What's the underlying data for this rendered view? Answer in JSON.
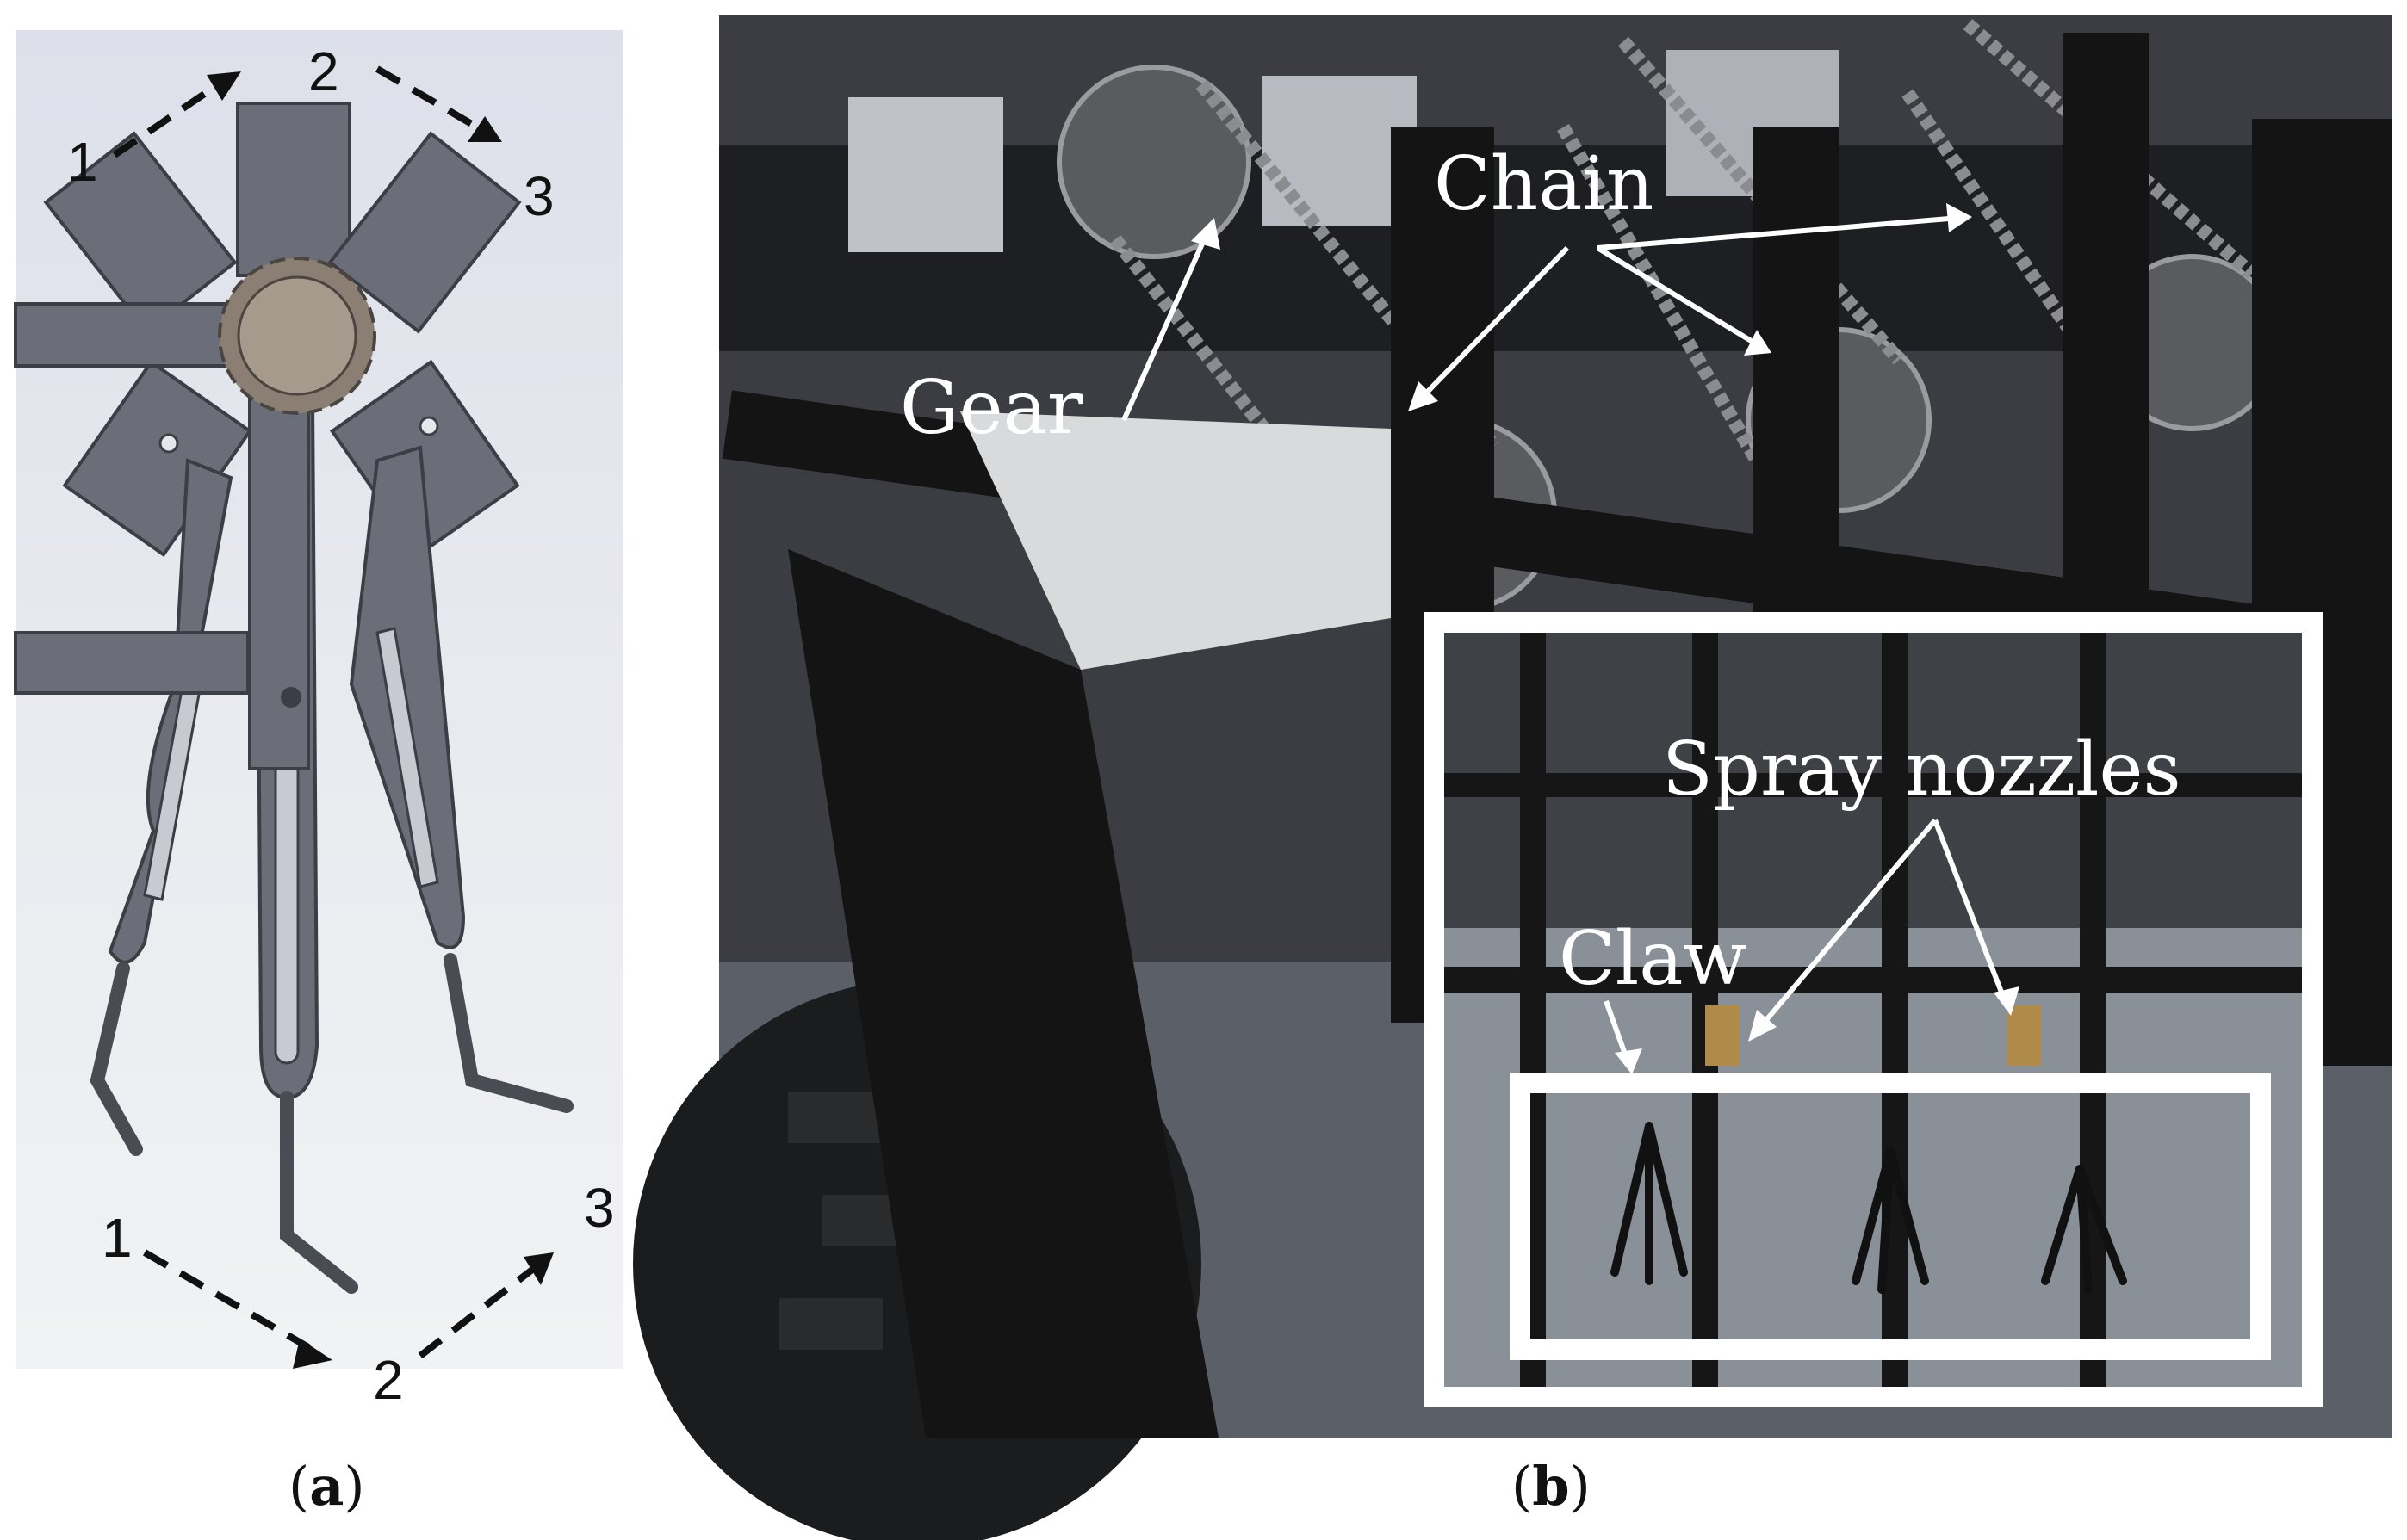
{
  "panel_a": {
    "caption_open": "(",
    "caption_letter": "a",
    "caption_close": ")",
    "top_positions": [
      "1",
      "2",
      "3"
    ],
    "bottom_positions": [
      "1",
      "2",
      "3"
    ],
    "metal_color": "#6b6e78"
  },
  "panel_b": {
    "caption_open": "(",
    "caption_letter": "b",
    "caption_close": ")",
    "labels": {
      "chain": "Chain",
      "gear": "Gear",
      "spray": "Spray nozzles",
      "claw": "Claw"
    },
    "frame_color": "#141414",
    "annotation_color": "#ffffff"
  }
}
